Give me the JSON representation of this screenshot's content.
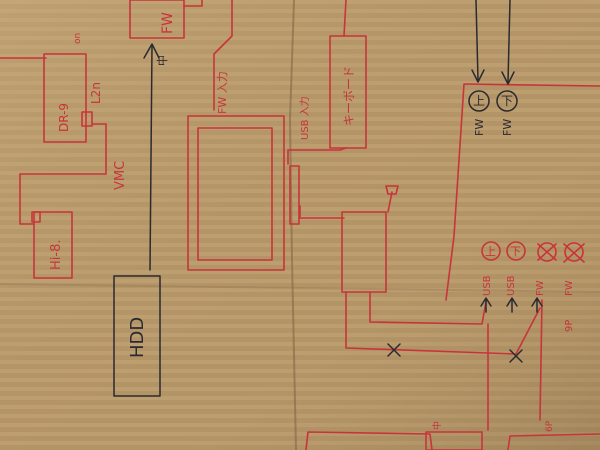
{
  "image": {
    "kind": "photo",
    "subject": "hand-drawn equipment wiring diagram on corrugated cardboard"
  },
  "colors": {
    "cardboard": "#b89a6c",
    "cardboard_light": "#c8ab7d",
    "cardboard_dark": "#9c7f55",
    "red_ink": "#c8343a",
    "black_ink": "#2a2a30"
  },
  "labels": {
    "on": "on",
    "dr9": "DR-9",
    "l2n": "L2n",
    "vmc": "VMC",
    "hi8": "Hi-8.",
    "fw_top": "FW",
    "fw_mid": "中",
    "fw_in_left": "FW 入力",
    "usb_in": "USB 入力",
    "keyboard": "キーボード",
    "hdd": "HDD",
    "fw_port_1": "FW",
    "fw_port_1_mark": "上",
    "fw_port_2": "FW",
    "fw_port_2_mark": "下",
    "usb_a": "USB",
    "usb_b": "USB",
    "fw_a": "FW",
    "fw_b": "FW",
    "circle_1": "上",
    "circle_2": "下",
    "ninep": "9P",
    "sixp": "6P",
    "mid_small": "中"
  }
}
